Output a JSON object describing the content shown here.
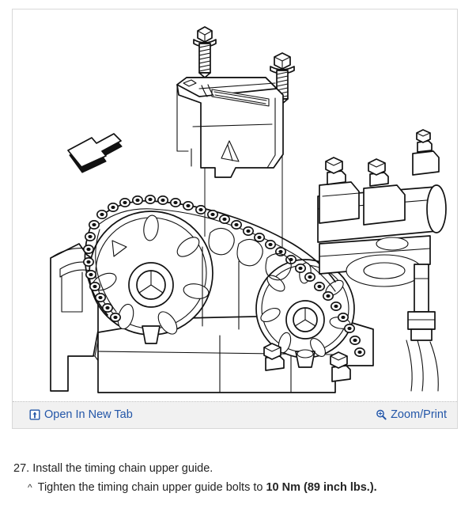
{
  "figure": {
    "alt": "Timing chain upper guide installation diagram",
    "toolbar": {
      "open_in_new_tab": {
        "label": "Open In New Tab",
        "icon": "open-in-new-tab-icon"
      },
      "zoom_print": {
        "label": "Zoom/Print",
        "icon": "magnifier-plus-icon"
      }
    },
    "link_color": "#2356a8",
    "toolbar_background": "#f1f1f1",
    "border_color": "#d8d8d8"
  },
  "instructions": {
    "step_number": "27.",
    "step_text": "Install the timing chain upper guide.",
    "substep_bullet": "^",
    "substep_text_before": "Tighten the timing chain upper guide bolts to ",
    "substep_torque": "10 Nm (89 inch lbs.).",
    "text_color": "#242424"
  }
}
